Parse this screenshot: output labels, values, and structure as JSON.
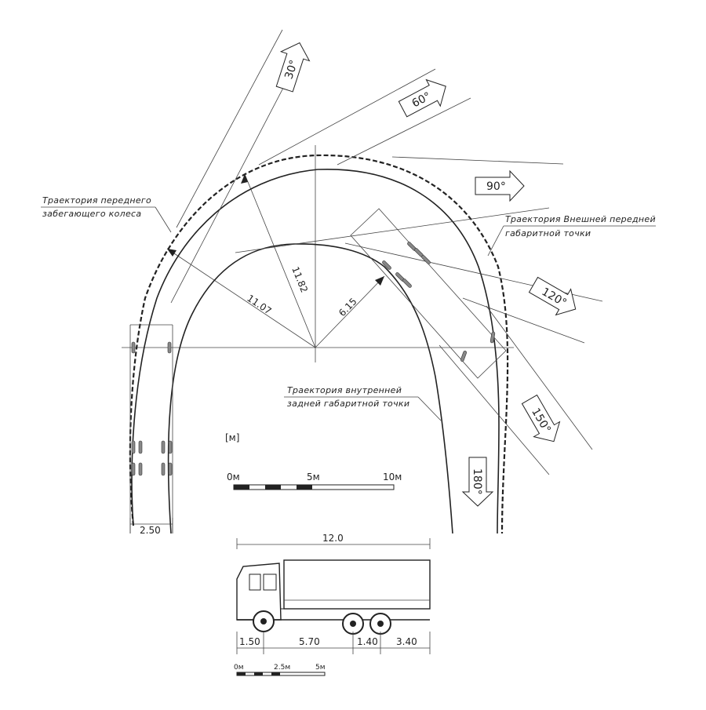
{
  "labels": {
    "front_wheel_1": "Траектория переднего",
    "front_wheel_2": "забегающего колеса",
    "outer_front_1": "Траектория Внешней передней",
    "outer_front_2": "габаритной точки",
    "inner_rear_1": "Траектория внутренней",
    "inner_rear_2": "задней габаритной точки",
    "units": "[м]"
  },
  "radii": {
    "outer": "11.82",
    "wheel": "11.07",
    "inner": "6.15"
  },
  "angles": [
    "30°",
    "60°",
    "90°",
    "120°",
    "150°",
    "180°"
  ],
  "lane_width": "2.50",
  "scale_large": [
    "0м",
    "5м",
    "10м"
  ],
  "scale_small": [
    "0м",
    "2.5м",
    "5м"
  ],
  "truck": {
    "length": "12.0",
    "dims": [
      "1.50",
      "5.70",
      "1.40",
      "3.40"
    ]
  }
}
